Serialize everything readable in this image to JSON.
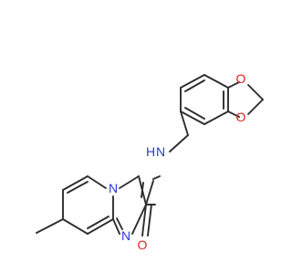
{
  "molecule": {
    "atoms": [
      {
        "id": "n_ring",
        "text": "N",
        "color": "#2b36d9"
      },
      {
        "id": "n_imine",
        "text": "N",
        "color": "#2b36d9"
      },
      {
        "id": "nh",
        "text": "N",
        "color": "#2b36d9"
      },
      {
        "id": "h",
        "text": "H",
        "color": "#2b36d9"
      },
      {
        "id": "o_carbonyl",
        "text": "O",
        "color": "#e0221b"
      },
      {
        "id": "o_ring1",
        "text": "O",
        "color": "#e0221b"
      },
      {
        "id": "o_ring2",
        "text": "O",
        "color": "#e0221b"
      }
    ]
  }
}
